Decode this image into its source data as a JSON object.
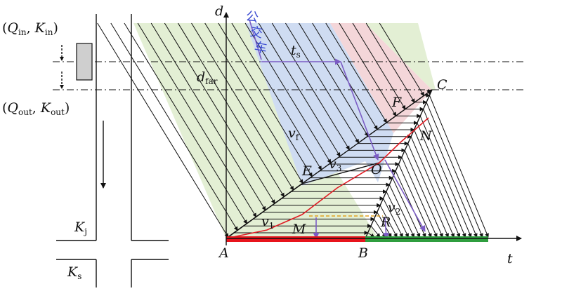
{
  "axes": {
    "y_label": "d",
    "x_label": "t"
  },
  "left_panel": {
    "inflow": {
      "open": "(",
      "q": "Q",
      "q_sub": "in",
      "sep": ", ",
      "k": "K",
      "k_sub": "in",
      "close": ")"
    },
    "outflow": {
      "open": "(",
      "q": "Q",
      "q_sub": "out",
      "sep": ", ",
      "k": "K",
      "k_sub": "out",
      "close": ")"
    },
    "jam_density": {
      "k": "K",
      "k_sub": "j"
    },
    "saturation_density": {
      "k": "K",
      "k_sub": "s"
    }
  },
  "points": {
    "A": "A",
    "B": "B",
    "C": "C",
    "E": "E",
    "F": "F",
    "M": "M",
    "N": "N",
    "O": "O",
    "R": "R"
  },
  "labels": {
    "bus": [
      "公",
      "交",
      "车"
    ],
    "t_s": {
      "main": "t",
      "sub": "s"
    },
    "d_far": {
      "main": "d",
      "sub": "far"
    },
    "v_f": {
      "main": "v",
      "sub": "f"
    },
    "v_1": {
      "main": "v",
      "sub": "1"
    },
    "v_2": {
      "main": "v",
      "sub": "2"
    },
    "v_3": {
      "main": "v",
      "sub": "3"
    }
  },
  "colors": {
    "green_band": "#e3efd4",
    "blue_band": "#cfdcf2",
    "pink_band": "#f4d6d9",
    "red_signal": "#e8141c",
    "green_signal": "#2f9e3f",
    "purple": "#7b5cc4",
    "red_curve": "#e01c24",
    "yellow_dash": "#e0a020",
    "detector_fill": "#cfcfcf"
  }
}
